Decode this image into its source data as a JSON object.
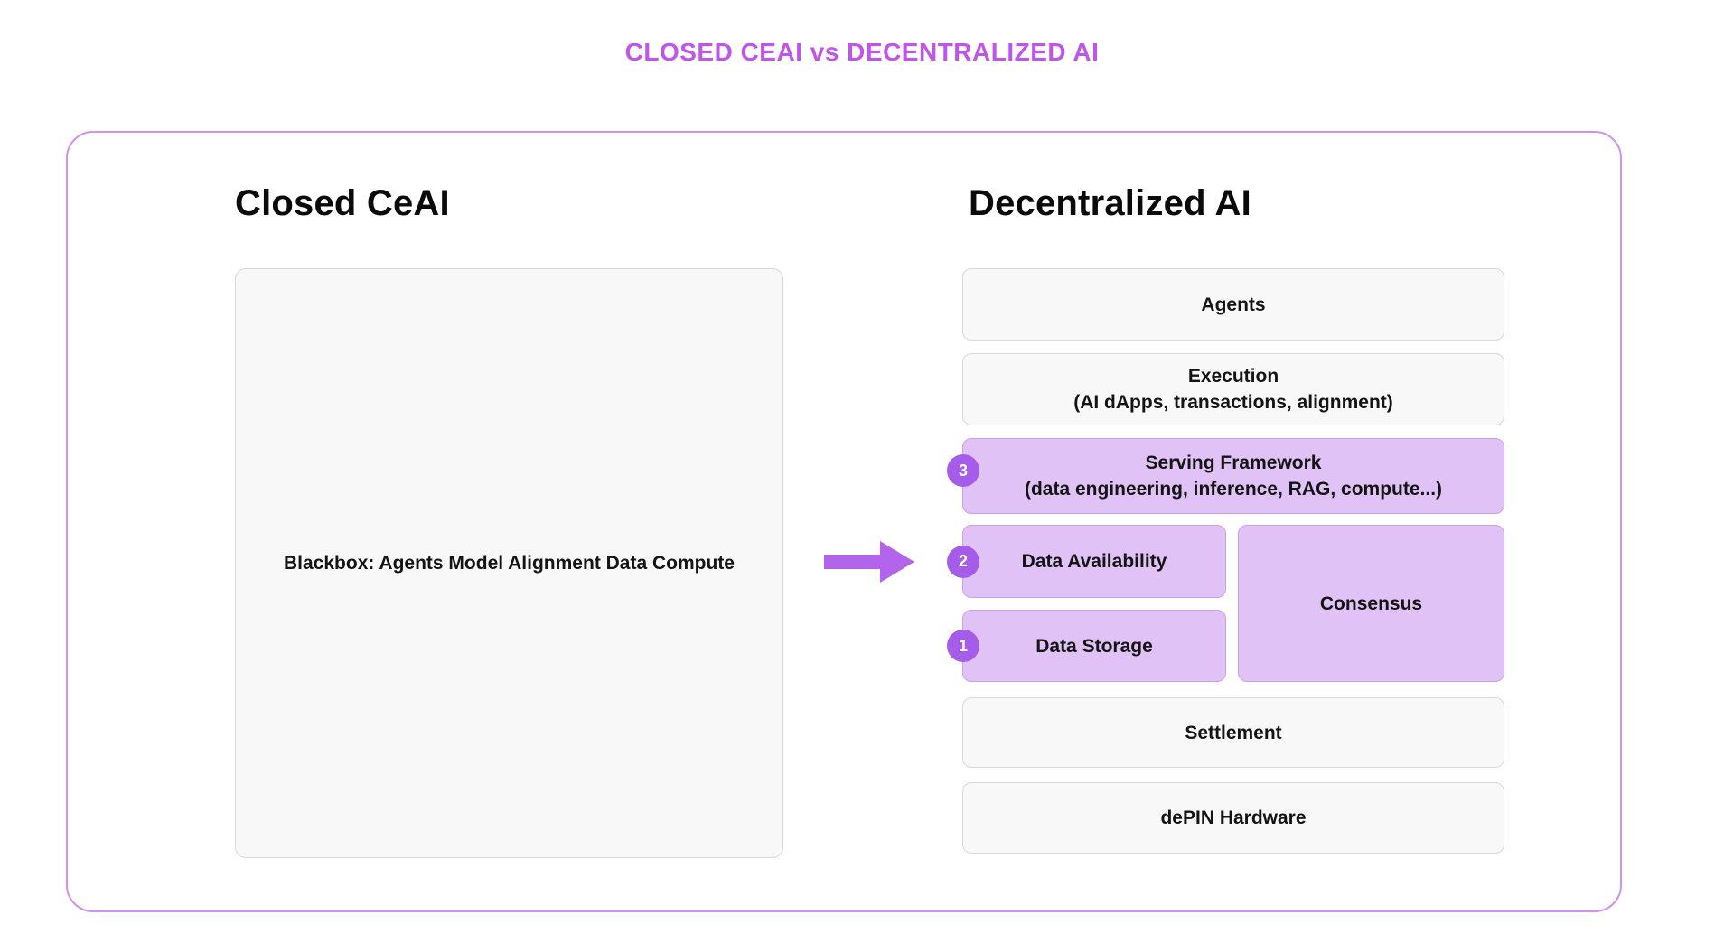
{
  "title": "CLOSED CEAI vs DECENTRALIZED AI",
  "colors": {
    "title_accent": "#bf55ea",
    "container_border": "#cf92ee",
    "purple_box_fill": "#e0c2f6",
    "purple_box_border": "#c9a0ee",
    "badge_fill": "#a55ce8",
    "gray_box_fill": "#f8f8f8",
    "gray_box_border": "#d9d9d9",
    "arrow": "#b264ec",
    "text": "#141414"
  },
  "left_panel": {
    "heading": "Closed CeAI",
    "blackbox_label": "Blackbox: Agents Model Alignment Data Compute"
  },
  "right_panel": {
    "heading": "Decentralized AI",
    "layers": {
      "agents": {
        "label": "Agents"
      },
      "execution": {
        "label": "Execution",
        "sublabel": "(AI dApps, transactions, alignment)"
      },
      "serving": {
        "label": "Serving Framework",
        "sublabel": "(data engineering, inference, RAG, compute...)",
        "badge": "3"
      },
      "data_availability": {
        "label": "Data Availability",
        "badge": "2"
      },
      "data_storage": {
        "label": "Data Storage",
        "badge": "1"
      },
      "consensus": {
        "label": "Consensus"
      },
      "settlement": {
        "label": "Settlement"
      },
      "depin": {
        "label": "dePIN Hardware"
      }
    }
  }
}
